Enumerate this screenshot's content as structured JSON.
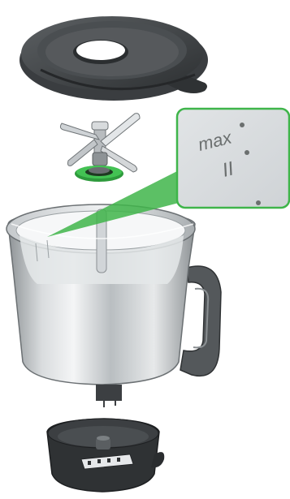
{
  "diagram": {
    "parts": [
      {
        "name": "lid",
        "icon": "bowl-lid"
      },
      {
        "name": "blade",
        "icon": "blade-assembly"
      },
      {
        "name": "sealing-ring",
        "icon": "seal-ring"
      },
      {
        "name": "bowl",
        "icon": "mixing-bowl"
      },
      {
        "name": "base",
        "icon": "bowl-base"
      }
    ],
    "zoom_detail": {
      "label_max": "max",
      "label_mark": "II",
      "accent_color": "#3fb54a"
    }
  }
}
